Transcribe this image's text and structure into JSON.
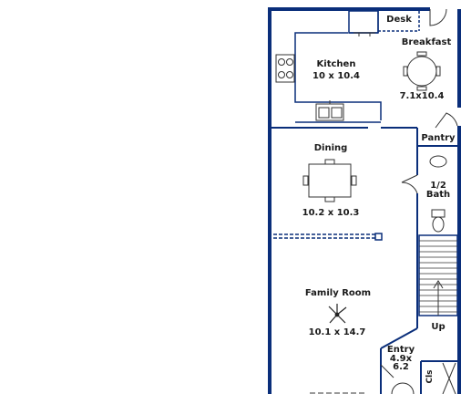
{
  "colors": {
    "wall": "#0a2e7a",
    "fixture": "#333333",
    "ink": "#1a1a1a"
  },
  "rooms": {
    "desk": {
      "name": "Desk"
    },
    "kitchen": {
      "name": "Kitchen",
      "dims": "10 x 10.4"
    },
    "breakfast": {
      "name": "Breakfast",
      "dims": "7.1x10.4"
    },
    "pantry": {
      "name": "Pantry"
    },
    "dining": {
      "name": "Dining",
      "dims": "10.2 x 10.3"
    },
    "half_bath": {
      "name_line1": "1/2",
      "name_line2": "Bath"
    },
    "family_room": {
      "name": "Family Room",
      "dims": "10.1 x 14.7"
    },
    "stairs": {
      "label": "Up"
    },
    "entry": {
      "name": "Entry",
      "dims_line1": "4.9x",
      "dims_line2": "6.2"
    },
    "closet": {
      "name": "Cls"
    }
  },
  "icons": [
    "stove-icon",
    "sink-icon",
    "fridge-icon",
    "table-icon",
    "toilet-icon",
    "ceiling-fan-icon",
    "door-swing-icon",
    "stairs-arrow-icon"
  ]
}
